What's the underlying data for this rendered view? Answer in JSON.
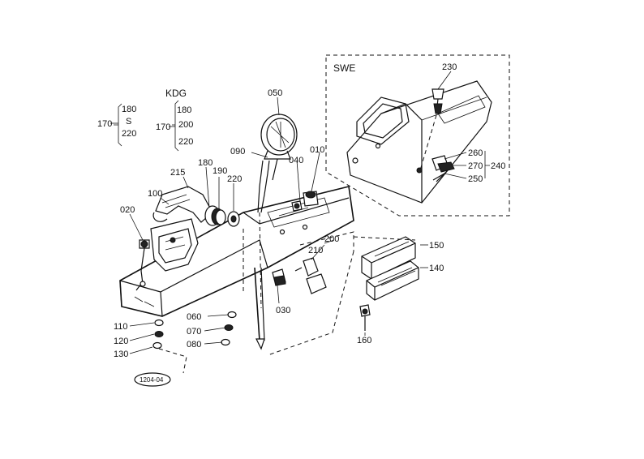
{
  "diagram": {
    "swe_title": "SWE",
    "kdg_title": "KDG",
    "stamp": "1204-04",
    "parts": {
      "p010": "010",
      "p020": "020",
      "p030": "030",
      "p040": "040",
      "p050": "050",
      "p060": "060",
      "p070": "070",
      "p080": "080",
      "p090": "090",
      "p100": "100",
      "p110": "110",
      "p120": "120",
      "p130": "130",
      "p140": "140",
      "p150": "150",
      "p160": "160",
      "p180": "180",
      "p190": "190",
      "p200": "200",
      "p210": "210",
      "p215": "215",
      "p220": "220",
      "p230": "230",
      "p240": "240",
      "p250": "250",
      "p260": "260",
      "p270": "270"
    },
    "left_group": {
      "main": "170",
      "a": "180",
      "sep": "S",
      "b": "220"
    },
    "kdg_group": {
      "main": "170",
      "a": "180",
      "b": "200",
      "c": "220"
    }
  }
}
